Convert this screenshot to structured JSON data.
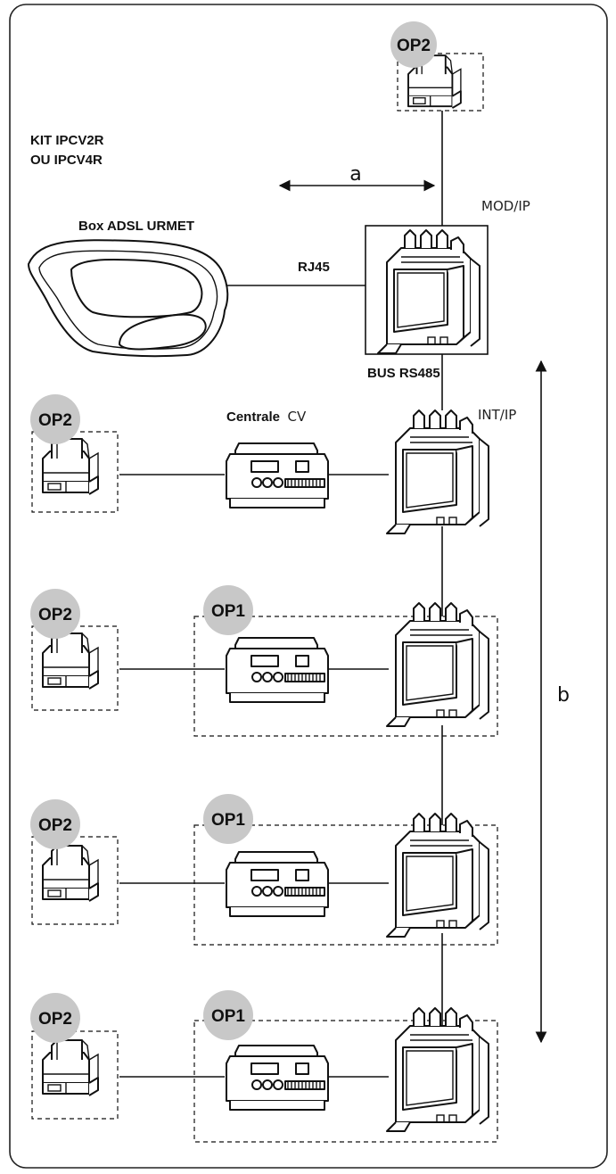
{
  "kit_label": {
    "line1": "KIT IPCV2R",
    "line2": "OU IPCV4R"
  },
  "box_adsl_label": "Box ADSL URMET",
  "rj45_label": "RJ45",
  "mod_ip_label": "MOD/IP",
  "bus_label": "BUS RS485",
  "int_ip_label": "INT/IP",
  "centrale_label": {
    "bold": "Centrale",
    "plain": "CV"
  },
  "distance_labels": {
    "a": "a",
    "b": "b"
  },
  "options": {
    "op1": "OP1",
    "op2": "OP2"
  },
  "colors": {
    "badge_fill": "#c8c8c8",
    "line": "#111111",
    "border": "#222222"
  },
  "icons": {
    "router": "adsl-router-icon",
    "module": "din-rail-module-icon",
    "relay": "din-relay-icon",
    "power_supply": "power-supply-icon"
  }
}
